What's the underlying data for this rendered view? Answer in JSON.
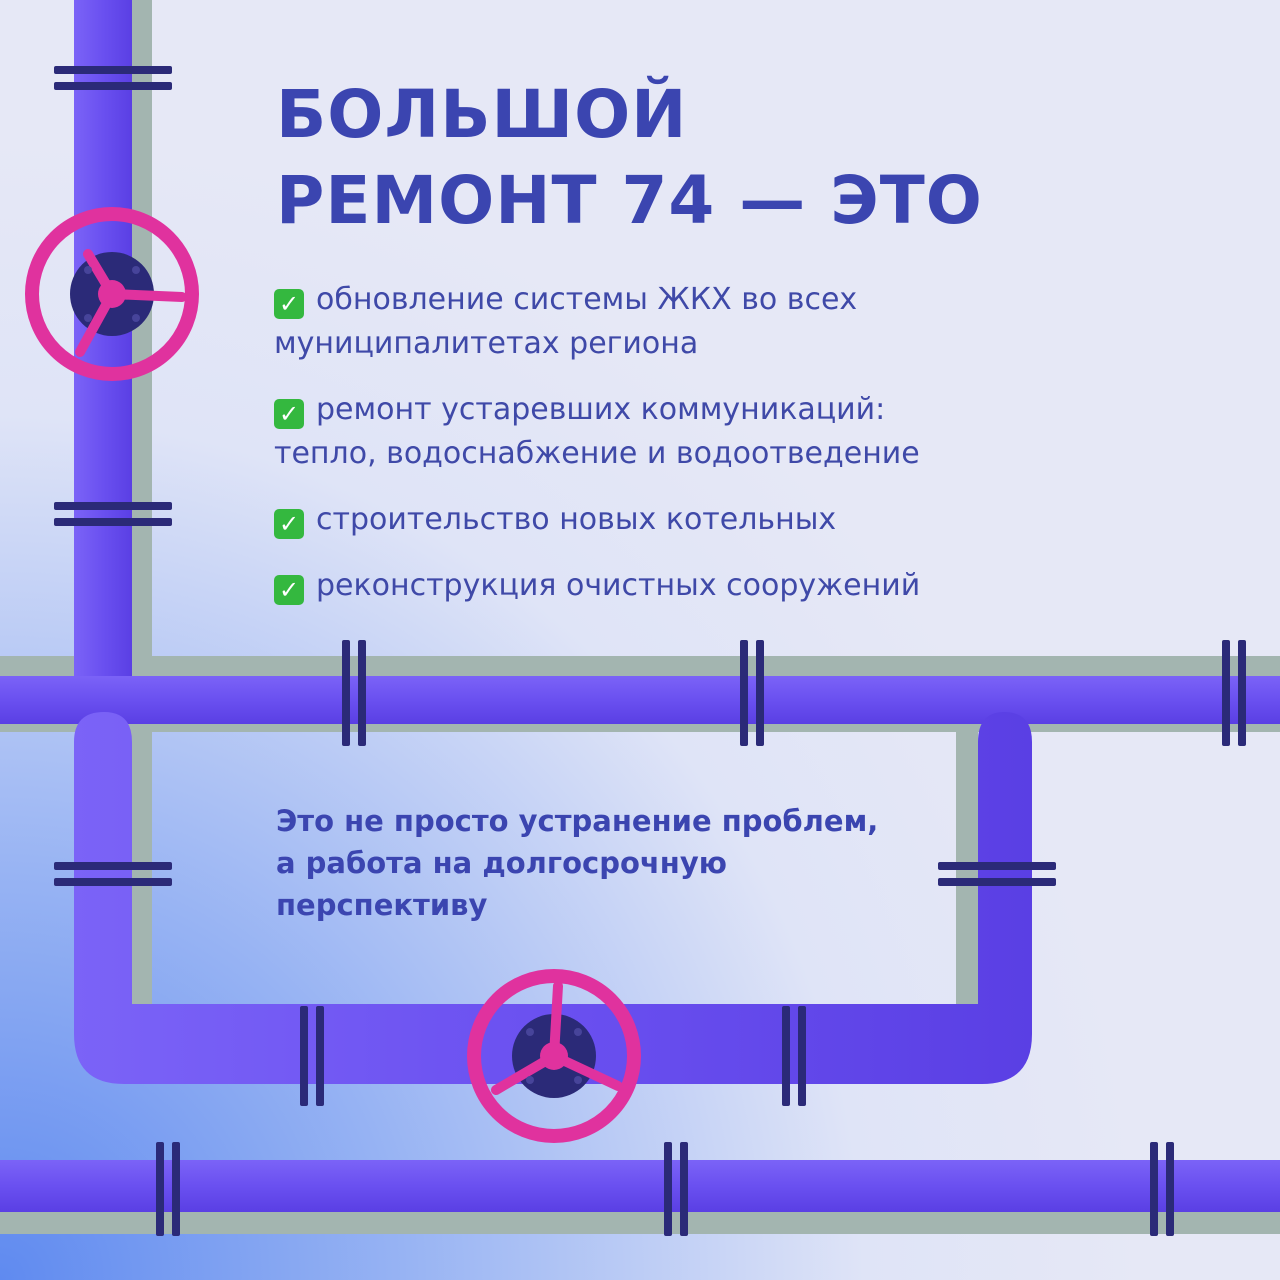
{
  "title": {
    "line1": "БОЛЬШОЙ",
    "line2": "РЕМОНТ 74 — ЭТО"
  },
  "check_icon": "check-mark-button-icon",
  "items": [
    {
      "line1": "обновление системы ЖКХ во всех",
      "line2": "муниципалитетах региона"
    },
    {
      "line1": "ремонт устаревших коммуникаций:",
      "line2": "тепло, водоснабжение и водоотведение"
    },
    {
      "line1": "строительство новых котельных"
    },
    {
      "line1": "реконструкция очистных сооружений"
    }
  ],
  "footnote": {
    "line1": "Это не просто устранение проблем,",
    "line2": "а работа на долгосрочную",
    "line3": "перспективу"
  },
  "colors": {
    "background": "#e6e8f6",
    "background_accent": "#5f8af0",
    "pipe": "#6b52f0",
    "pipe_shadow": "#9fb2ad",
    "flange": "#2b2a78",
    "valve_wheel": "#e0329e",
    "text": "#3b45b0",
    "check": "#34b83f"
  }
}
